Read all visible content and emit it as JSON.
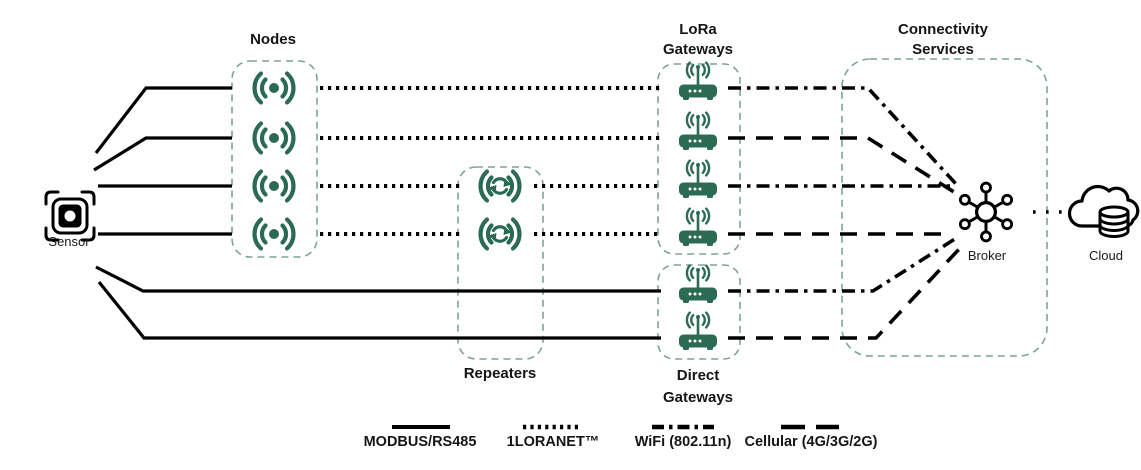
{
  "colors": {
    "icon_green": "#2c6b53",
    "box_border_green": "#7aa690",
    "line_black": "#000000",
    "background": "#ffffff"
  },
  "sensor": {
    "label": "Sensor"
  },
  "nodes": {
    "title": "Nodes",
    "count": 4
  },
  "repeaters": {
    "title": "Repeaters",
    "count": 2
  },
  "lora_gateways": {
    "title_line1": "LoRa",
    "title_line2": "Gateways",
    "count": 4
  },
  "direct_gateways": {
    "title_line1": "Direct",
    "title_line2": "Gateways",
    "count": 2
  },
  "connectivity": {
    "title_line1": "Connectivity",
    "title_line2": "Services",
    "broker_label": "Broker"
  },
  "cloud": {
    "label": "Cloud"
  },
  "legend": {
    "items": [
      {
        "label": "MODBUS/RS485",
        "style": "solid"
      },
      {
        "label": "1LORANET™",
        "style": "dotted"
      },
      {
        "label": "WiFi (802.11n)",
        "style": "dash-dot"
      },
      {
        "label": "Cellular (4G/3G/2G)",
        "style": "dashed"
      }
    ]
  },
  "icons": {
    "sensor": "sensor-chip-icon",
    "node": "wireless-node-icon",
    "repeater": "repeater-sync-icon",
    "gateway": "router-gateway-icon",
    "broker": "hub-broker-icon",
    "cloud": "cloud-database-icon"
  }
}
